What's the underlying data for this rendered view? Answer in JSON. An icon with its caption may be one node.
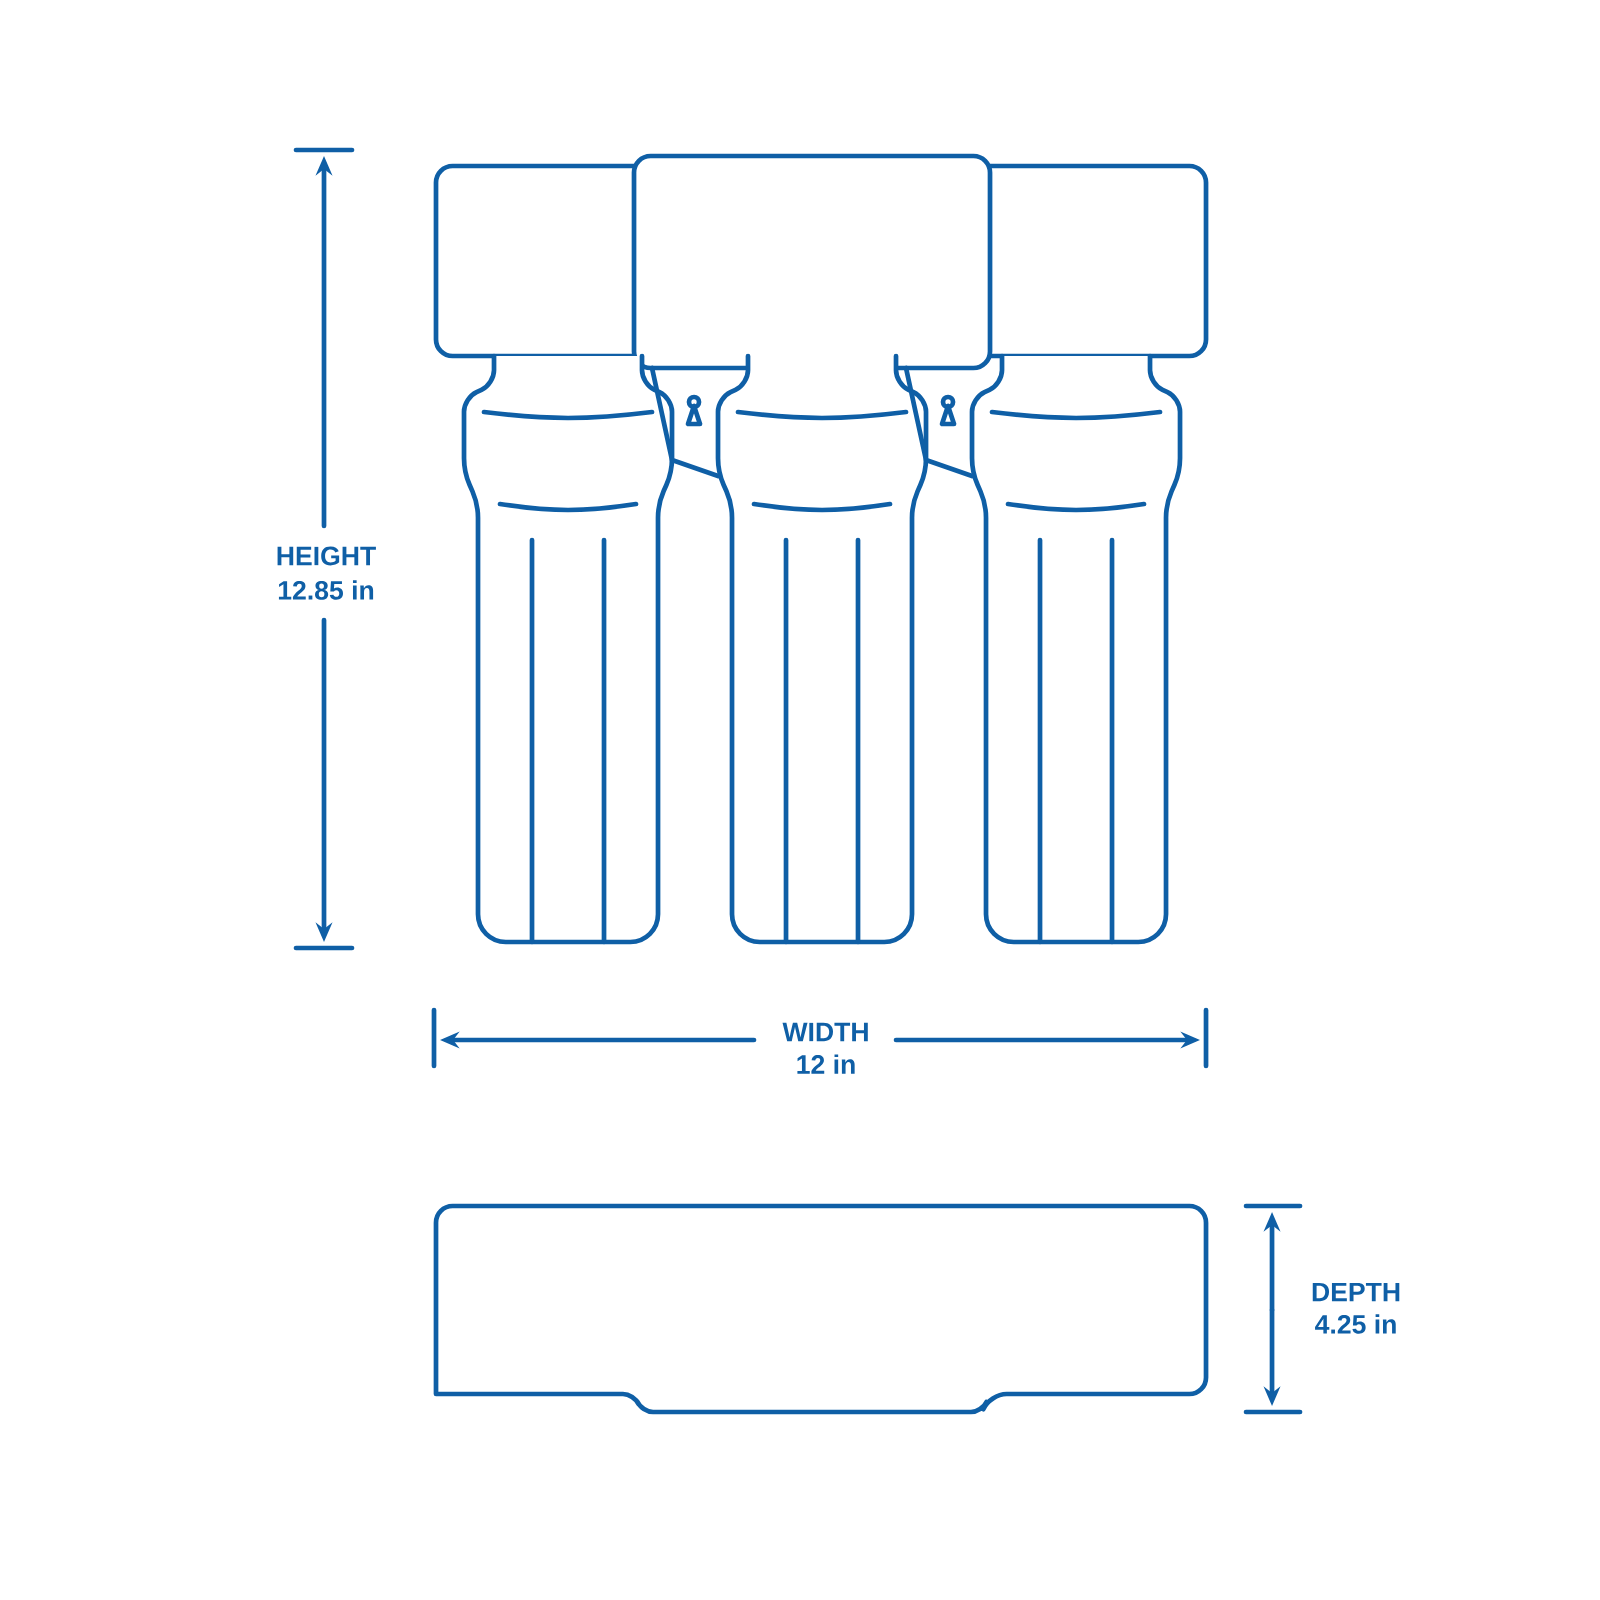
{
  "diagram": {
    "labels": [
      "HEIGHT",
      "12.85 in",
      "WIDTH",
      "12 in",
      "DEPTH",
      "4.25 in"
    ]
  }
}
